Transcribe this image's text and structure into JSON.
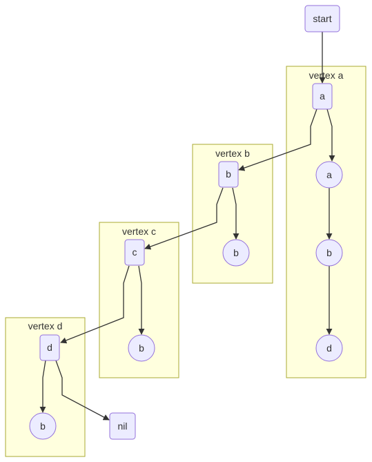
{
  "clusters": [
    {
      "id": "vertex-a",
      "title": "vertex a"
    },
    {
      "id": "vertex-b",
      "title": "vertex b"
    },
    {
      "id": "vertex-c",
      "title": "vertex c"
    },
    {
      "id": "vertex-d",
      "title": "vertex d"
    }
  ],
  "nodes": {
    "start": "start",
    "a_box": "a",
    "a_circle": "a",
    "a_b_circle": "b",
    "a_d_circle": "d",
    "b_box": "b",
    "b_circle": "b",
    "c_box": "c",
    "c_circle": "b",
    "d_box": "d",
    "d_circle": "b",
    "nil": "nil"
  },
  "colors": {
    "cluster_fill": "#ffffde",
    "cluster_border": "#aaaa33",
    "node_fill": "#ececff",
    "node_border": "#9370db",
    "edge": "#333333",
    "text": "#333333"
  }
}
